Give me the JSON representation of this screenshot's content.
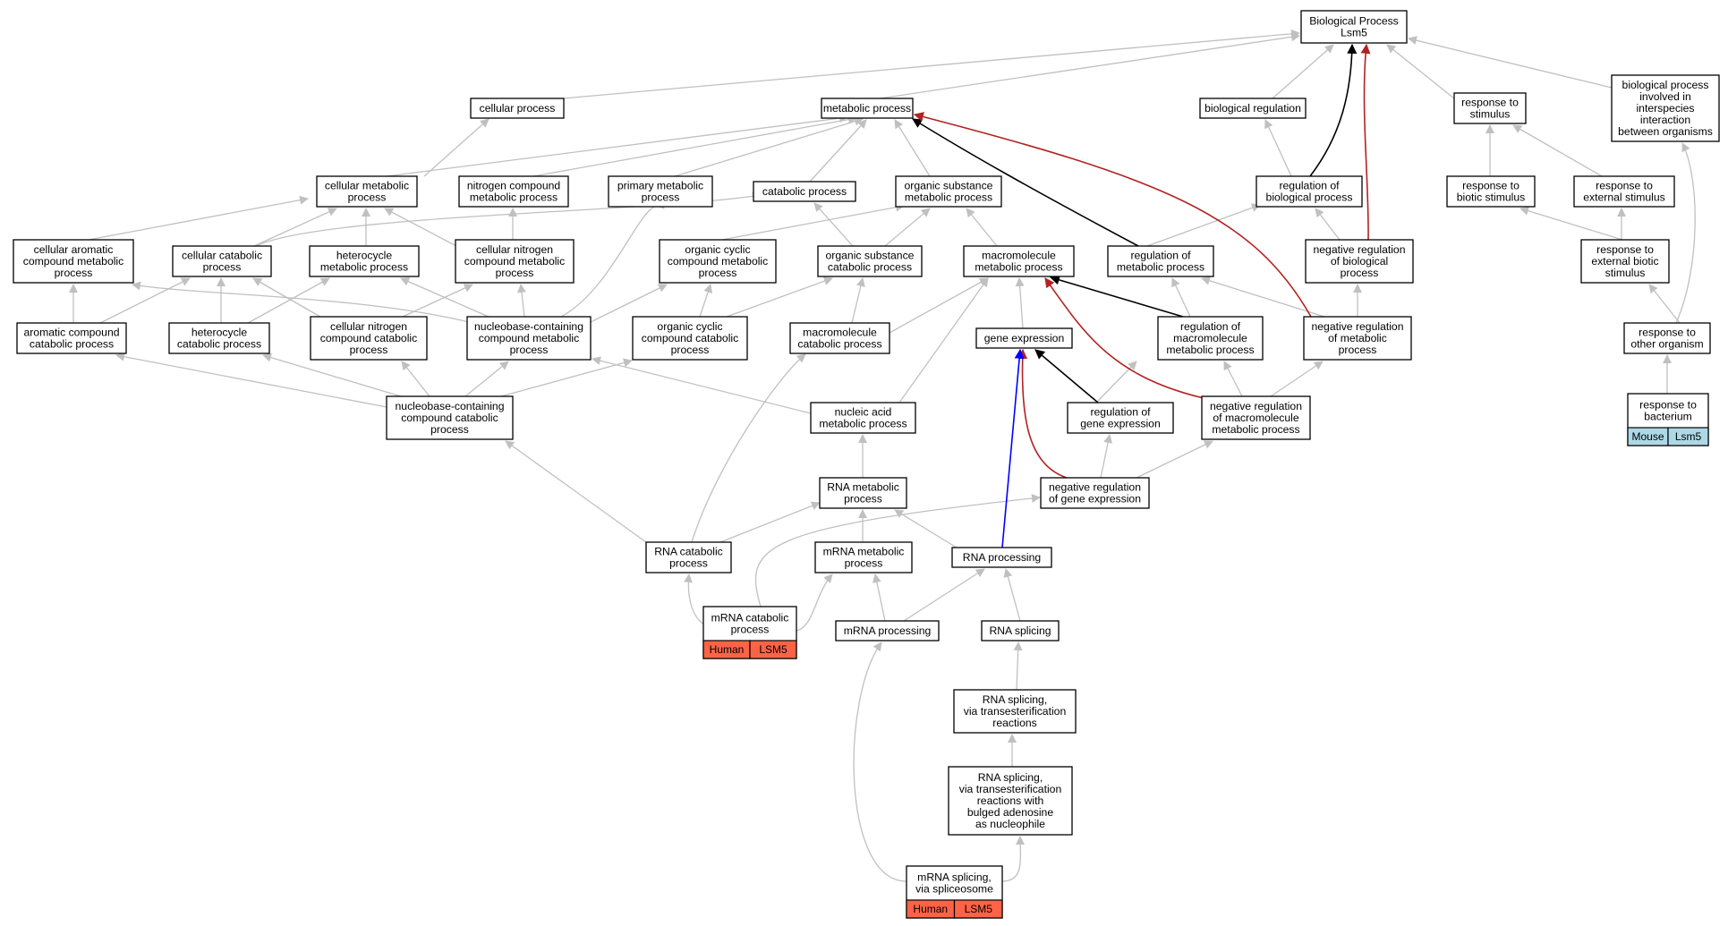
{
  "colors": {
    "edge_default": "#c0c0c0",
    "edge_black": "#000000",
    "edge_red": "#b22222",
    "edge_blue": "#0000ff",
    "human_fill": "#ff6347",
    "mouse_fill": "#add8e6"
  },
  "nodes": {
    "bp": {
      "lines": [
        "Biological Process",
        "Lsm5"
      ]
    },
    "cp": {
      "lines": [
        "cellular process"
      ]
    },
    "mp": {
      "lines": [
        "metabolic process"
      ]
    },
    "br": {
      "lines": [
        "biological regulation"
      ]
    },
    "rs": {
      "lines": [
        "response to",
        "stimulus"
      ]
    },
    "bpi": {
      "lines": [
        "biological process",
        "involved in",
        "interspecies",
        "interaction",
        "between organisms"
      ]
    },
    "cmp": {
      "lines": [
        "cellular metabolic",
        "process"
      ]
    },
    "ncmp": {
      "lines": [
        "nitrogen compound",
        "metabolic process"
      ]
    },
    "pmp": {
      "lines": [
        "primary metabolic",
        "process"
      ]
    },
    "catp": {
      "lines": [
        "catabolic process"
      ]
    },
    "osmp": {
      "lines": [
        "organic substance",
        "metabolic process"
      ]
    },
    "rbp": {
      "lines": [
        "regulation of",
        "biological process"
      ]
    },
    "rbs": {
      "lines": [
        "response to",
        "biotic stimulus"
      ]
    },
    "res": {
      "lines": [
        "response to",
        "external stimulus"
      ]
    },
    "camp": {
      "lines": [
        "cellular aromatic",
        "compound metabolic",
        "process"
      ]
    },
    "ccp": {
      "lines": [
        "cellular catabolic",
        "process"
      ]
    },
    "hmp": {
      "lines": [
        "heterocycle",
        "metabolic process"
      ]
    },
    "cnmp": {
      "lines": [
        "cellular nitrogen",
        "compound metabolic",
        "process"
      ]
    },
    "occm": {
      "lines": [
        "organic cyclic",
        "compound metabolic",
        "process"
      ]
    },
    "oscp": {
      "lines": [
        "organic substance",
        "catabolic process"
      ]
    },
    "mmp": {
      "lines": [
        "macromolecule",
        "metabolic process"
      ]
    },
    "rmp": {
      "lines": [
        "regulation of",
        "metabolic process"
      ]
    },
    "nrbp": {
      "lines": [
        "negative regulation",
        "of biological",
        "process"
      ]
    },
    "rebs": {
      "lines": [
        "response to",
        "external biotic",
        "stimulus"
      ]
    },
    "acc": {
      "lines": [
        "aromatic compound",
        "catabolic process"
      ]
    },
    "hcp": {
      "lines": [
        "heterocycle",
        "catabolic process"
      ]
    },
    "cncc": {
      "lines": [
        "cellular nitrogen",
        "compound catabolic",
        "process"
      ]
    },
    "nbcm": {
      "lines": [
        "nucleobase-containing",
        "compound metabolic",
        "process"
      ]
    },
    "occc": {
      "lines": [
        "organic cyclic",
        "compound catabolic",
        "process"
      ]
    },
    "mcp": {
      "lines": [
        "macromolecule",
        "catabolic process"
      ]
    },
    "ge": {
      "lines": [
        "gene expression"
      ]
    },
    "rmmp": {
      "lines": [
        "regulation of",
        "macromolecule",
        "metabolic process"
      ]
    },
    "nrmp": {
      "lines": [
        "negative regulation",
        "of metabolic",
        "process"
      ]
    },
    "rto": {
      "lines": [
        "response to",
        "other organism"
      ]
    },
    "nbcc": {
      "lines": [
        "nucleobase-containing",
        "compound catabolic",
        "process"
      ]
    },
    "namp": {
      "lines": [
        "nucleic acid",
        "metabolic process"
      ]
    },
    "rge": {
      "lines": [
        "regulation of",
        "gene expression"
      ]
    },
    "nrmm": {
      "lines": [
        "negative regulation",
        "of macromolecule",
        "metabolic process"
      ]
    },
    "rtb": {
      "lines": [
        "response to",
        "bacterium"
      ]
    },
    "rnam": {
      "lines": [
        "RNA metabolic",
        "process"
      ]
    },
    "nrge": {
      "lines": [
        "negative regulation",
        "of gene expression"
      ]
    },
    "rnac": {
      "lines": [
        "RNA catabolic",
        "process"
      ]
    },
    "mrnm": {
      "lines": [
        "mRNA metabolic",
        "process"
      ]
    },
    "rnap": {
      "lines": [
        "RNA processing"
      ]
    },
    "mrnc": {
      "lines": [
        "mRNA catabolic",
        "process"
      ]
    },
    "mrnp": {
      "lines": [
        "mRNA processing"
      ]
    },
    "rnas": {
      "lines": [
        "RNA splicing"
      ]
    },
    "rst": {
      "lines": [
        "RNA splicing,",
        "via transesterification",
        "reactions"
      ]
    },
    "rstb": {
      "lines": [
        "RNA splicing,",
        "via transesterification",
        "reactions with",
        "bulged adenosine",
        "as nucleophile"
      ]
    },
    "mrsp": {
      "lines": [
        "mRNA splicing,",
        "via spliceosome"
      ]
    }
  },
  "annotations": {
    "rtb": [
      {
        "species": "Mouse",
        "gene": "Lsm5",
        "color": "#add8e6"
      }
    ],
    "mrnc": [
      {
        "species": "Human",
        "gene": "LSM5",
        "color": "#ff6347"
      }
    ],
    "mrsp": [
      {
        "species": "Human",
        "gene": "LSM5",
        "color": "#ff6347"
      }
    ]
  }
}
